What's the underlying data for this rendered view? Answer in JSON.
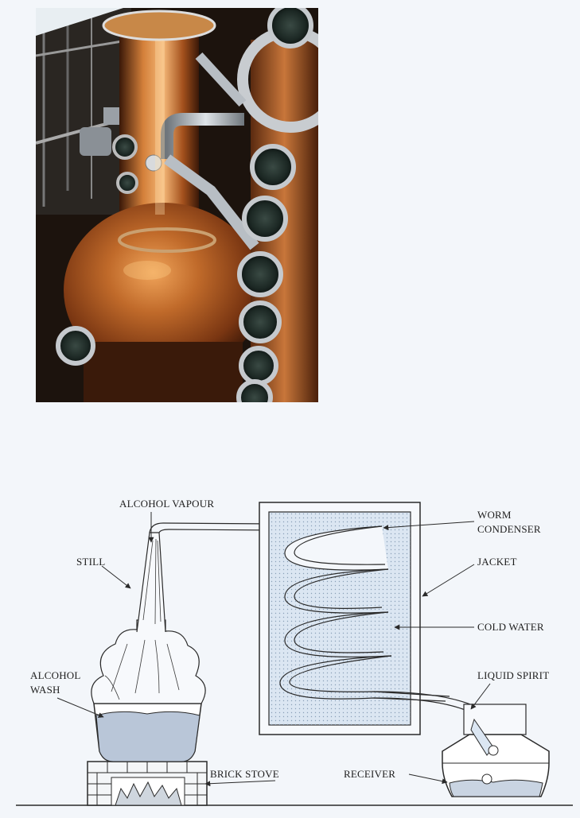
{
  "labels": {
    "alcohol_vapour": "ALCOHOL  VAPOUR",
    "still": "STILL",
    "alcohol_wash_line1": "ALCOHOL",
    "alcohol_wash_line2": "WASH",
    "brick_stove": "BRICK STOVE",
    "worm_line1": "WORM",
    "worm_line2": "CONDENSER",
    "jacket": "JACKET",
    "cold_water": "COLD WATER",
    "liquid_spirit": "LIQUID SPIRIT",
    "receiver": "RECEIVER"
  },
  "colors": {
    "copper": "#b05a22",
    "copper_light": "#e89a55",
    "wash": "#b9c6d8",
    "water": "#dbe6f2",
    "line": "#2a2a2a"
  }
}
